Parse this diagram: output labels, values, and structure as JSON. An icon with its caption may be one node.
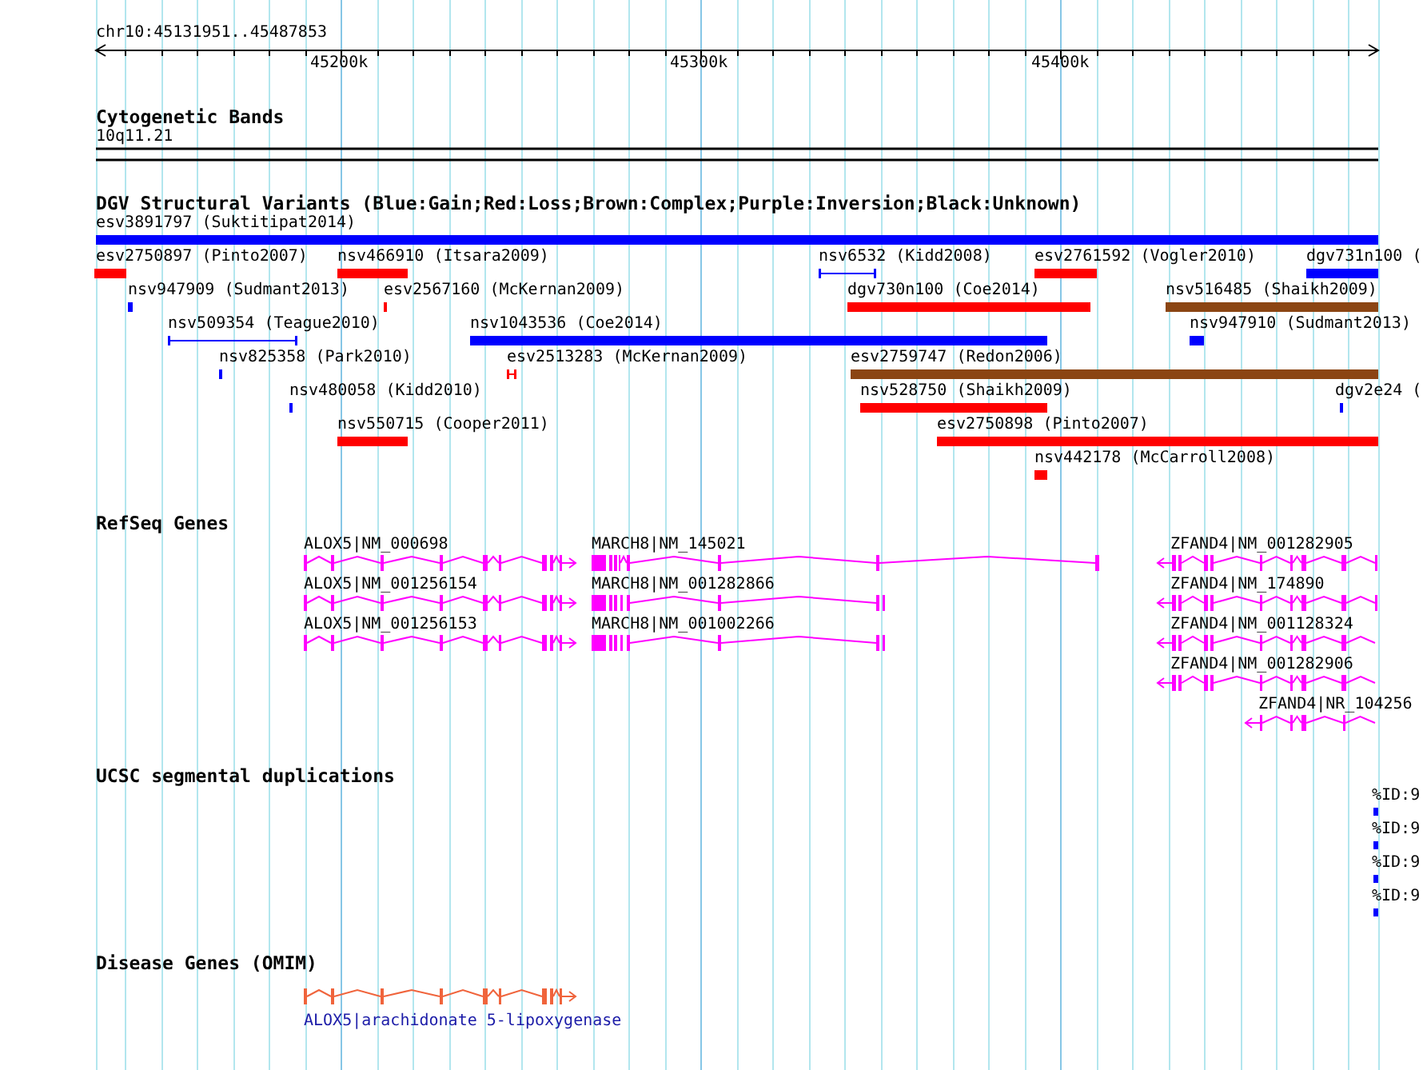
{
  "diagram": {
    "labels": [
      "chr10:45131951..45487853",
      "45200k",
      "45300k",
      "45400k",
      "Cytogenetic Bands",
      "10q11.21",
      "DGV Structural Variants (Blue:Gain;Red:Loss;Brown:Complex;Purple:Inversion;Black:Unknown)",
      "esv3891797 (Suktitipat2014)",
      "esv2750897 (Pinto2007)",
      "nsv466910 (Itsara2009)",
      "nsv6532 (Kidd2008)",
      "esv2761592 (Vogler2010)",
      "dgv731n100 (",
      "nsv947909 (Sudmant2013)",
      "esv2567160 (McKernan2009)",
      "dgv730n100 (Coe2014)",
      "nsv516485 (Shaikh2009)",
      "nsv509354 (Teague2010)",
      "nsv1043536 (Coe2014)",
      "nsv947910 (Sudmant2013)",
      "nsv825358 (Park2010)",
      "esv2513283 (McKernan2009)",
      "esv2759747 (Redon2006)",
      "nsv480058 (Kidd2010)",
      "nsv528750 (Shaikh2009)",
      "dgv2e24 (",
      "nsv550715 (Cooper2011)",
      "esv2750898 (Pinto2007)",
      "nsv442178 (McCarroll2008)",
      "RefSeq Genes",
      "ALOX5|NM_000698",
      "MARCH8|NM_145021",
      "ZFAND4|NM_001282905",
      "ALOX5|NM_001256154",
      "MARCH8|NM_001282866",
      "ZFAND4|NM_174890",
      "ALOX5|NM_001256153",
      "MARCH8|NM_001002266",
      "ZFAND4|NM_001128324",
      "ZFAND4|NM_001282906",
      "ZFAND4|NR_104256",
      "UCSC segmental duplications",
      "%ID:9",
      "%ID:9",
      "%ID:9",
      "%ID:9",
      "Disease Genes (OMIM)",
      "ALOX5|arachidonate 5-lipoxygenase"
    ]
  }
}
